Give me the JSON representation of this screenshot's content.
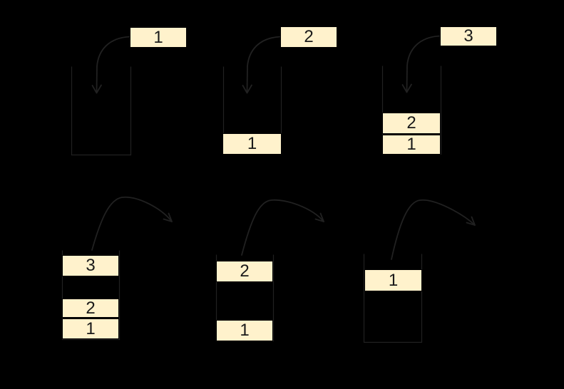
{
  "colors": {
    "background": "#000000",
    "box_fill": "#FFF2CC",
    "box_border": "#000000",
    "line": "#212121",
    "text": "#1A1A1A"
  },
  "push_steps": [
    {
      "incoming_value": "1",
      "stack_values": []
    },
    {
      "incoming_value": "2",
      "stack_values": [
        "1"
      ]
    },
    {
      "incoming_value": "3",
      "stack_values": [
        "2",
        "1"
      ]
    }
  ],
  "pop_steps": [
    {
      "popping_value": "3",
      "remaining_values": [
        "2",
        "1"
      ]
    },
    {
      "popping_value": "2",
      "remaining_values": [
        "1"
      ]
    },
    {
      "popping_value": "1",
      "remaining_values": []
    }
  ]
}
